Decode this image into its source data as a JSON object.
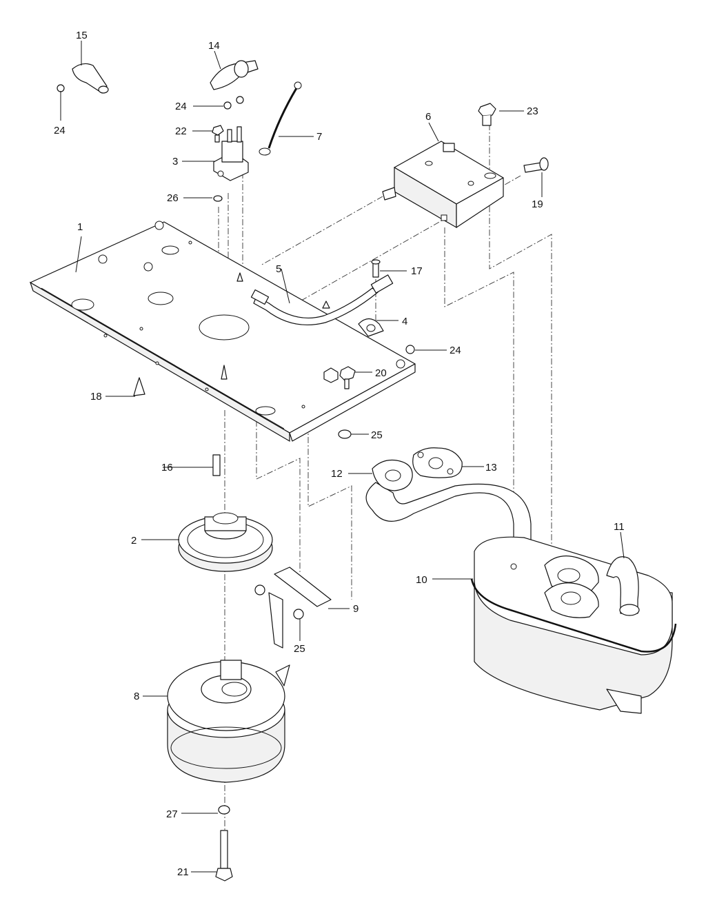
{
  "callouts": {
    "c1": "1",
    "c2": "2",
    "c3": "3",
    "c4": "4",
    "c5": "5",
    "c6": "6",
    "c7": "7",
    "c8": "8",
    "c9": "9",
    "c10": "10",
    "c11": "11",
    "c12": "12",
    "c13": "13",
    "c14": "14",
    "c15": "15",
    "c16": "16",
    "c17": "17",
    "c18": "18",
    "c19": "19",
    "c20": "20",
    "c21": "21",
    "c22": "22",
    "c23": "23",
    "c24a": "24",
    "c24b": "24",
    "c24c": "24",
    "c25a": "25",
    "c25b": "25",
    "c26": "26",
    "c27": "27"
  }
}
